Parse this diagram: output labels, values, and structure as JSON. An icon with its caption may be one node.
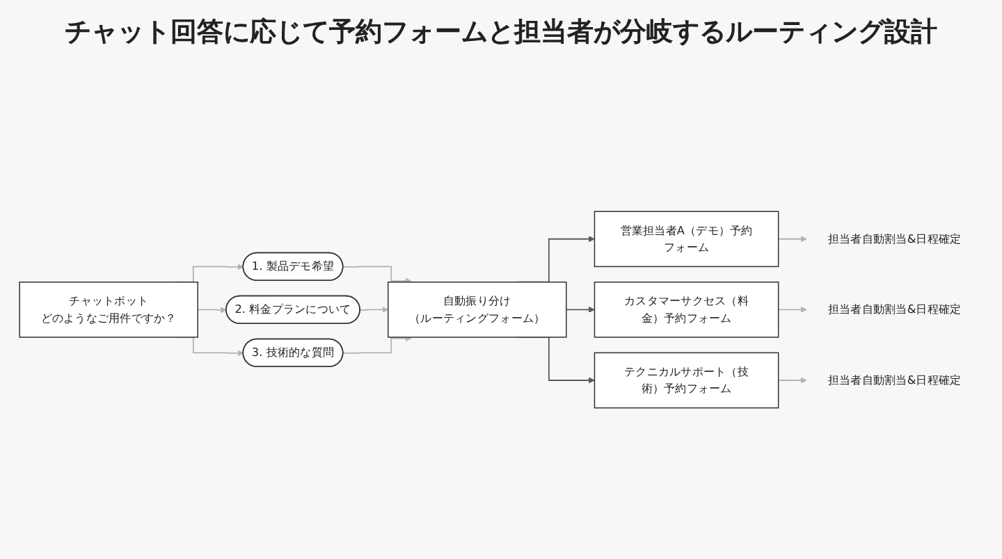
{
  "diagram": {
    "title": "チャット回答に応じて予約フォームと担当者が分岐するルーティング設計",
    "nodes": [
      {
        "text": [
          "チャットボット",
          "どのようなご用件ですか？"
        ]
      },
      {
        "text": [
          "1. 製品デモ希望"
        ]
      },
      {
        "text": [
          "2. 料金プランについて"
        ]
      },
      {
        "text": [
          "3. 技術的な質問"
        ]
      },
      {
        "text": [
          "自動振り分け",
          "（ルーティングフォーム）"
        ]
      },
      {
        "text": [
          "営業担当者A（デモ）予約フォーム"
        ]
      },
      {
        "text": [
          "カスタマーサクセス（料金）予約フォーム"
        ]
      },
      {
        "text": [
          "テクニカルサポート（技術）予約フォーム"
        ]
      },
      {
        "text": [
          "担当者自動割当&日程確定"
        ]
      },
      {
        "text": [
          "担当者自動割当&日程確定"
        ]
      },
      {
        "text": [
          "担当者自動割当&日程確定"
        ]
      }
    ],
    "edges": [
      {
        "from": 0,
        "to": 1,
        "arrow": "to"
      },
      {
        "from": 0,
        "to": 2,
        "arrow": "to"
      },
      {
        "from": 0,
        "to": 3,
        "arrow": "to"
      },
      {
        "from": 1,
        "to": 4,
        "arrow": "to"
      },
      {
        "from": 2,
        "to": 4,
        "arrow": "to"
      },
      {
        "from": 3,
        "to": 4,
        "arrow": "to"
      },
      {
        "from": 4,
        "to": 5,
        "arrow": "to",
        "color": "#555a66"
      },
      {
        "from": 4,
        "to": 6,
        "arrow": "to",
        "color": "#555a66"
      },
      {
        "from": 4,
        "to": 7,
        "arrow": "to",
        "color": "#555a66"
      },
      {
        "from": 5,
        "to": 8,
        "arrow": "to"
      },
      {
        "from": 6,
        "to": 9,
        "arrow": "to"
      },
      {
        "from": 7,
        "to": 10,
        "arrow": "to"
      }
    ]
  }
}
